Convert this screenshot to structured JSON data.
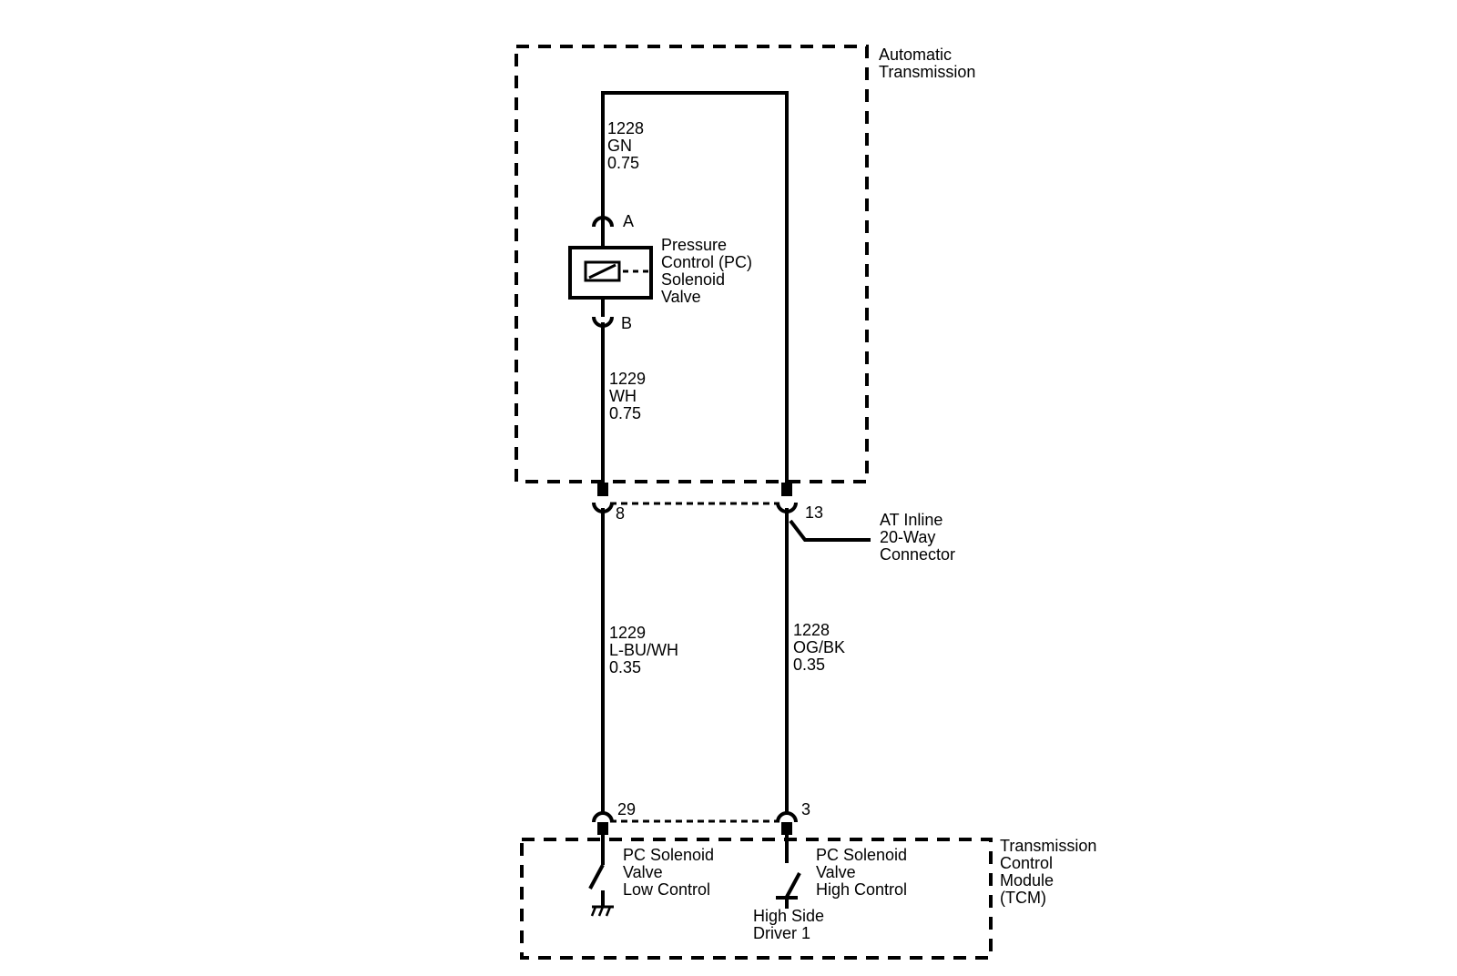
{
  "automatic_transmission": {
    "line1": "Automatic",
    "line2": "Transmission"
  },
  "wire_1228_top": {
    "circuit": "1228",
    "color": "GN",
    "size": "0.75"
  },
  "solenoid": {
    "pin_a": "A",
    "pin_b": "B",
    "label": [
      "Pressure",
      "Control (PC)",
      "Solenoid",
      "Valve"
    ]
  },
  "wire_1229_top": {
    "circuit": "1229",
    "color": "WH",
    "size": "0.75"
  },
  "inline_connector": {
    "pin_left": "8",
    "pin_right": "13",
    "label": [
      "AT Inline",
      "20-Way",
      "Connector"
    ]
  },
  "wire_1229_bottom": {
    "circuit": "1229",
    "color": "L-BU/WH",
    "size": "0.35"
  },
  "wire_1228_bottom": {
    "circuit": "1228",
    "color": "OG/BK",
    "size": "0.35"
  },
  "tcm_connector": {
    "pin_left": "29",
    "pin_right": "3"
  },
  "tcm": {
    "label": [
      "Transmission",
      "Control",
      "Module",
      "(TCM)"
    ],
    "low_control": [
      "PC Solenoid",
      "Valve",
      "Low Control"
    ],
    "high_control": [
      "PC Solenoid",
      "Valve",
      "High Control"
    ],
    "driver": [
      "High Side",
      "Driver 1"
    ]
  }
}
